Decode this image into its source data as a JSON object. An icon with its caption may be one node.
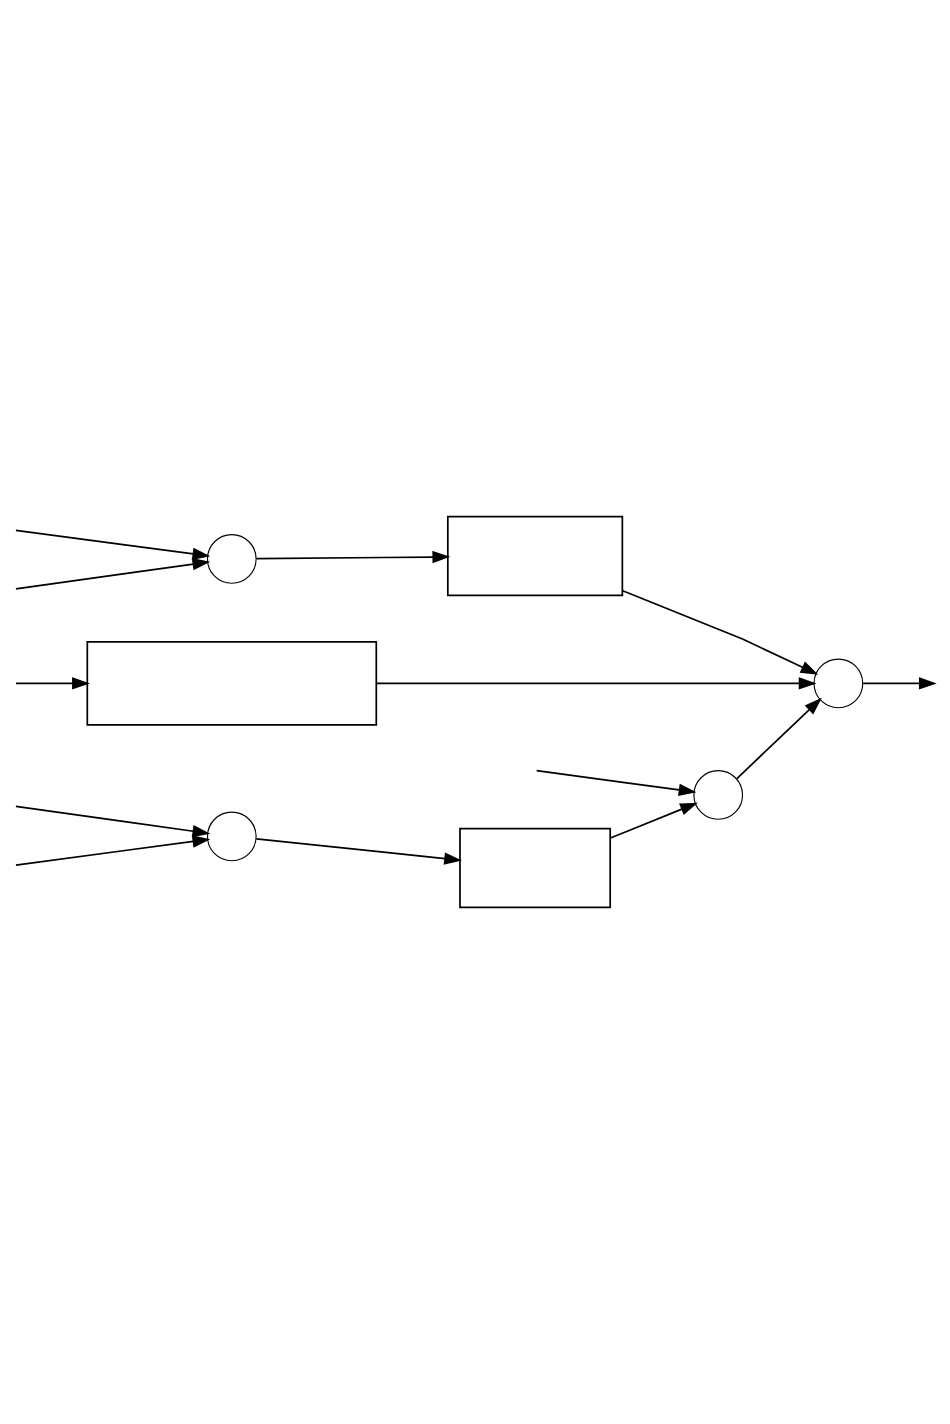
{
  "diagram": {
    "nodes": [
      {
        "text": [],
        "shape": "circle"
      },
      {
        "text": [],
        "shape": "box"
      },
      {
        "text": [],
        "shape": "box"
      },
      {
        "text": [],
        "shape": "circle"
      },
      {
        "text": [],
        "shape": "circle"
      },
      {
        "text": [],
        "shape": "box"
      },
      {
        "text": [],
        "shape": "circle"
      }
    ],
    "edges": [
      {
        "from": null,
        "to": 0,
        "arrow": "to"
      },
      {
        "from": null,
        "to": 0,
        "arrow": "to"
      },
      {
        "from": null,
        "to": 2,
        "arrow": "to"
      },
      {
        "from": 0,
        "to": 1,
        "arrow": "to"
      },
      {
        "from": 1,
        "to": 3,
        "arrow": "to"
      },
      {
        "from": 2,
        "to": 3,
        "arrow": "to"
      },
      {
        "from": 3,
        "to": null,
        "arrow": "to"
      },
      {
        "from": null,
        "to": 4,
        "arrow": "to"
      },
      {
        "from": null,
        "to": 4,
        "arrow": "to"
      },
      {
        "from": 4,
        "to": 5,
        "arrow": "to"
      },
      {
        "from": 5,
        "to": 6,
        "arrow": "to"
      },
      {
        "from": null,
        "to": 6,
        "arrow": "to"
      },
      {
        "from": 6,
        "to": 3,
        "arrow": "to"
      }
    ]
  }
}
